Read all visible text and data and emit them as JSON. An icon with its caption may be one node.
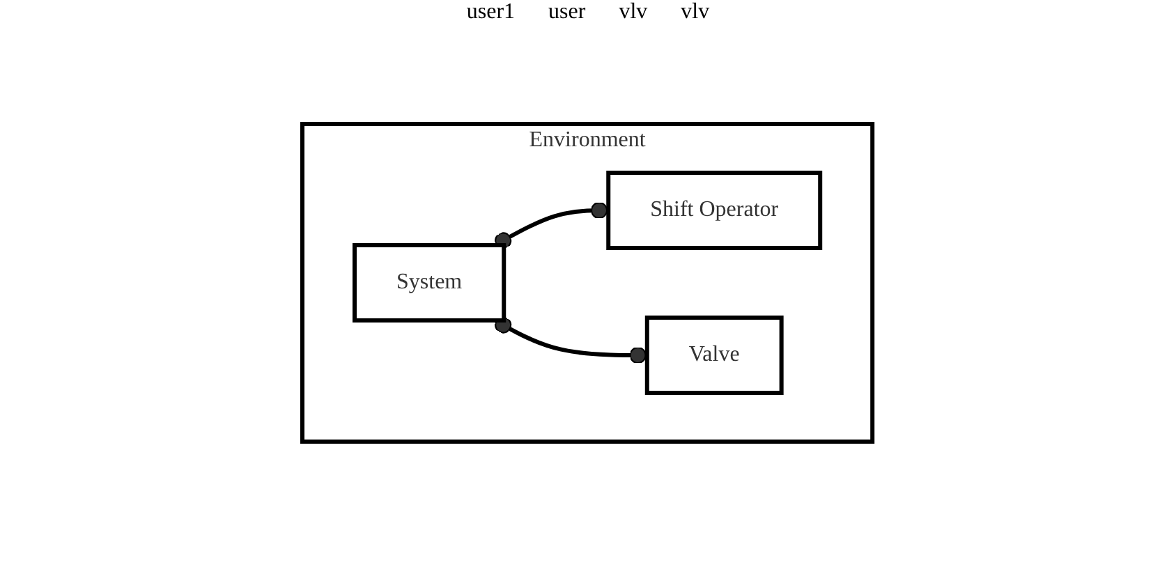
{
  "diagram": {
    "nodes": [
      {
        "text": [
          "Environment"
        ]
      },
      {
        "text": [
          "System"
        ],
        "in": 0
      },
      {
        "text": [
          "Shift Operator"
        ],
        "in": 0
      },
      {
        "text": [
          "Valve"
        ],
        "in": 0
      }
    ],
    "edges": [
      {
        "from": 1,
        "to": 2,
        "arrow": "other"
      },
      {
        "from": 1,
        "to": 3,
        "arrow": "other"
      }
    ],
    "labels": [
      "user1",
      "user",
      "vlv",
      "vlv"
    ]
  }
}
